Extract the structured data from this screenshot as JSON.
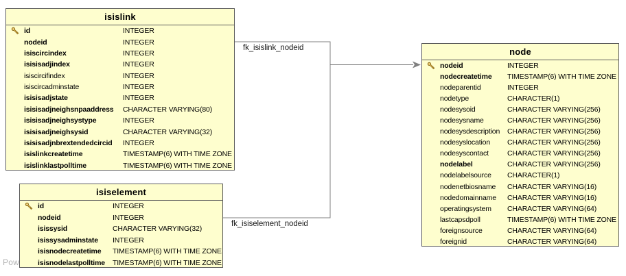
{
  "diagram": {
    "watermark": "Pow",
    "colors": {
      "table_fill": "#fefece",
      "table_border": "#5a5a5a",
      "connector_line": "#808080",
      "key_icon": "#e0b34f",
      "text": "#000000",
      "watermark_text": "#b3b3b3"
    },
    "tables": [
      {
        "title": "isislink",
        "columns": [
          {
            "name": "id",
            "type": "INTEGER",
            "pk": true,
            "bold": true
          },
          {
            "name": "nodeid",
            "type": "INTEGER",
            "pk": false,
            "bold": true
          },
          {
            "name": "isiscircindex",
            "type": "INTEGER",
            "pk": false,
            "bold": true
          },
          {
            "name": "isisisadjindex",
            "type": "INTEGER",
            "pk": false,
            "bold": true
          },
          {
            "name": "isiscircifindex",
            "type": "INTEGER",
            "pk": false,
            "bold": false
          },
          {
            "name": "isiscircadminstate",
            "type": "INTEGER",
            "pk": false,
            "bold": false
          },
          {
            "name": "isisisadjstate",
            "type": "INTEGER",
            "pk": false,
            "bold": true
          },
          {
            "name": "isisisadjneighsnpaaddress",
            "type": "CHARACTER VARYING(80)",
            "pk": false,
            "bold": true
          },
          {
            "name": "isisisadjneighsystype",
            "type": "INTEGER",
            "pk": false,
            "bold": true
          },
          {
            "name": "isisisadjneighsysid",
            "type": "CHARACTER VARYING(32)",
            "pk": false,
            "bold": true
          },
          {
            "name": "isisisadjnbrextendedcircid",
            "type": "INTEGER",
            "pk": false,
            "bold": true
          },
          {
            "name": "isislinkcreatetime",
            "type": "TIMESTAMP(6) WITH TIME ZONE",
            "pk": false,
            "bold": true
          },
          {
            "name": "isislinklastpolltime",
            "type": "TIMESTAMP(6) WITH TIME ZONE",
            "pk": false,
            "bold": true
          }
        ]
      },
      {
        "title": "isiselement",
        "columns": [
          {
            "name": "id",
            "type": "INTEGER",
            "pk": true,
            "bold": true
          },
          {
            "name": "nodeid",
            "type": "INTEGER",
            "pk": false,
            "bold": true
          },
          {
            "name": "isissysid",
            "type": "CHARACTER VARYING(32)",
            "pk": false,
            "bold": true
          },
          {
            "name": "isissysadminstate",
            "type": "INTEGER",
            "pk": false,
            "bold": true
          },
          {
            "name": "isisnodecreatetime",
            "type": "TIMESTAMP(6) WITH TIME ZONE",
            "pk": false,
            "bold": true
          },
          {
            "name": "isisnodelastpolltime",
            "type": "TIMESTAMP(6) WITH TIME ZONE",
            "pk": false,
            "bold": true
          }
        ]
      },
      {
        "title": "node",
        "columns": [
          {
            "name": "nodeid",
            "type": "INTEGER",
            "pk": true,
            "bold": true
          },
          {
            "name": "nodecreatetime",
            "type": "TIMESTAMP(6) WITH TIME ZONE",
            "pk": false,
            "bold": true
          },
          {
            "name": "nodeparentid",
            "type": "INTEGER",
            "pk": false,
            "bold": false
          },
          {
            "name": "nodetype",
            "type": "CHARACTER(1)",
            "pk": false,
            "bold": false
          },
          {
            "name": "nodesysoid",
            "type": "CHARACTER VARYING(256)",
            "pk": false,
            "bold": false
          },
          {
            "name": "nodesysname",
            "type": "CHARACTER VARYING(256)",
            "pk": false,
            "bold": false
          },
          {
            "name": "nodesysdescription",
            "type": "CHARACTER VARYING(256)",
            "pk": false,
            "bold": false
          },
          {
            "name": "nodesyslocation",
            "type": "CHARACTER VARYING(256)",
            "pk": false,
            "bold": false
          },
          {
            "name": "nodesyscontact",
            "type": "CHARACTER VARYING(256)",
            "pk": false,
            "bold": false
          },
          {
            "name": "nodelabel",
            "type": "CHARACTER VARYING(256)",
            "pk": false,
            "bold": true
          },
          {
            "name": "nodelabelsource",
            "type": "CHARACTER(1)",
            "pk": false,
            "bold": false
          },
          {
            "name": "nodenetbiosname",
            "type": "CHARACTER VARYING(16)",
            "pk": false,
            "bold": false
          },
          {
            "name": "nodedomainname",
            "type": "CHARACTER VARYING(16)",
            "pk": false,
            "bold": false
          },
          {
            "name": "operatingsystem",
            "type": "CHARACTER VARYING(64)",
            "pk": false,
            "bold": false
          },
          {
            "name": "lastcapsdpoll",
            "type": "TIMESTAMP(6) WITH TIME ZONE",
            "pk": false,
            "bold": false
          },
          {
            "name": "foreignsource",
            "type": "CHARACTER VARYING(64)",
            "pk": false,
            "bold": false
          },
          {
            "name": "foreignid",
            "type": "CHARACTER VARYING(64)",
            "pk": false,
            "bold": false
          }
        ]
      }
    ],
    "relations": [
      {
        "label": "fk_isislink_nodeid",
        "from": "isislink.nodeid",
        "to": "node.nodeid"
      },
      {
        "label": "fk_isiselement_nodeid",
        "from": "isiselement.nodeid",
        "to": "node.nodeid"
      }
    ]
  }
}
